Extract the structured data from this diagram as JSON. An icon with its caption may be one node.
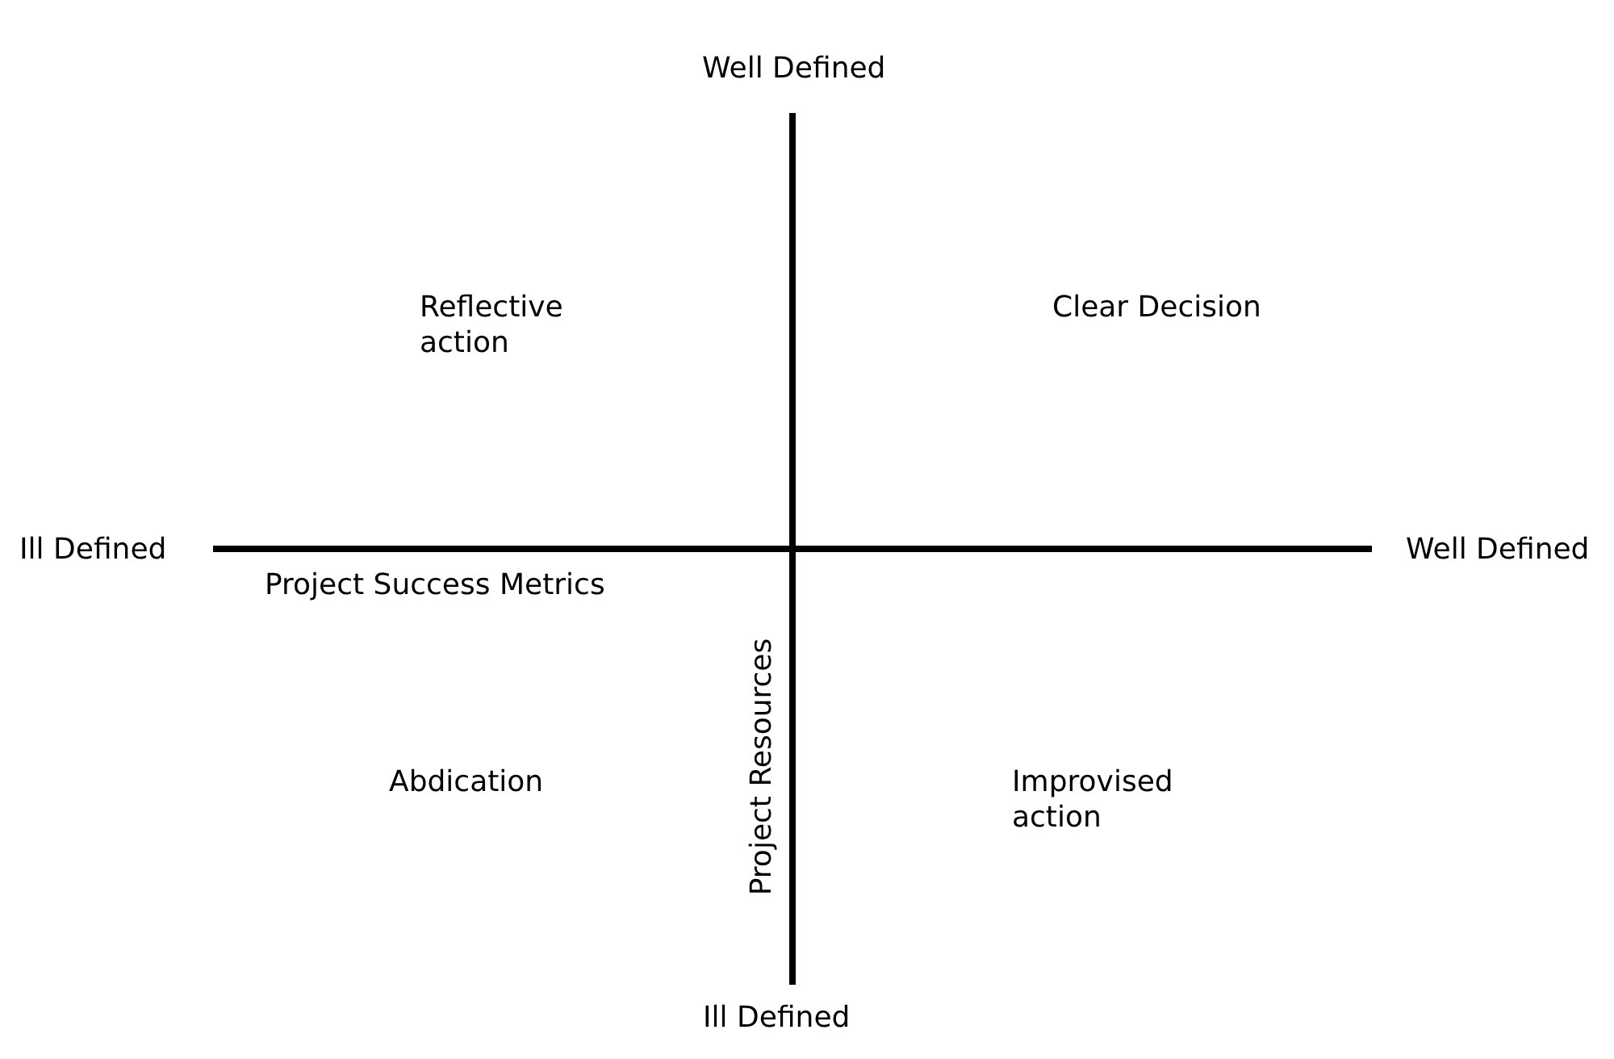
{
  "diagram": {
    "labels": [
      "Well Defined",
      "Reflective action",
      "Clear Decision",
      "Ill Defined",
      "Well Defined",
      "Project Success Metrics",
      "Project Resources",
      "Abdication",
      "Improvised action",
      "Ill Defined"
    ]
  }
}
